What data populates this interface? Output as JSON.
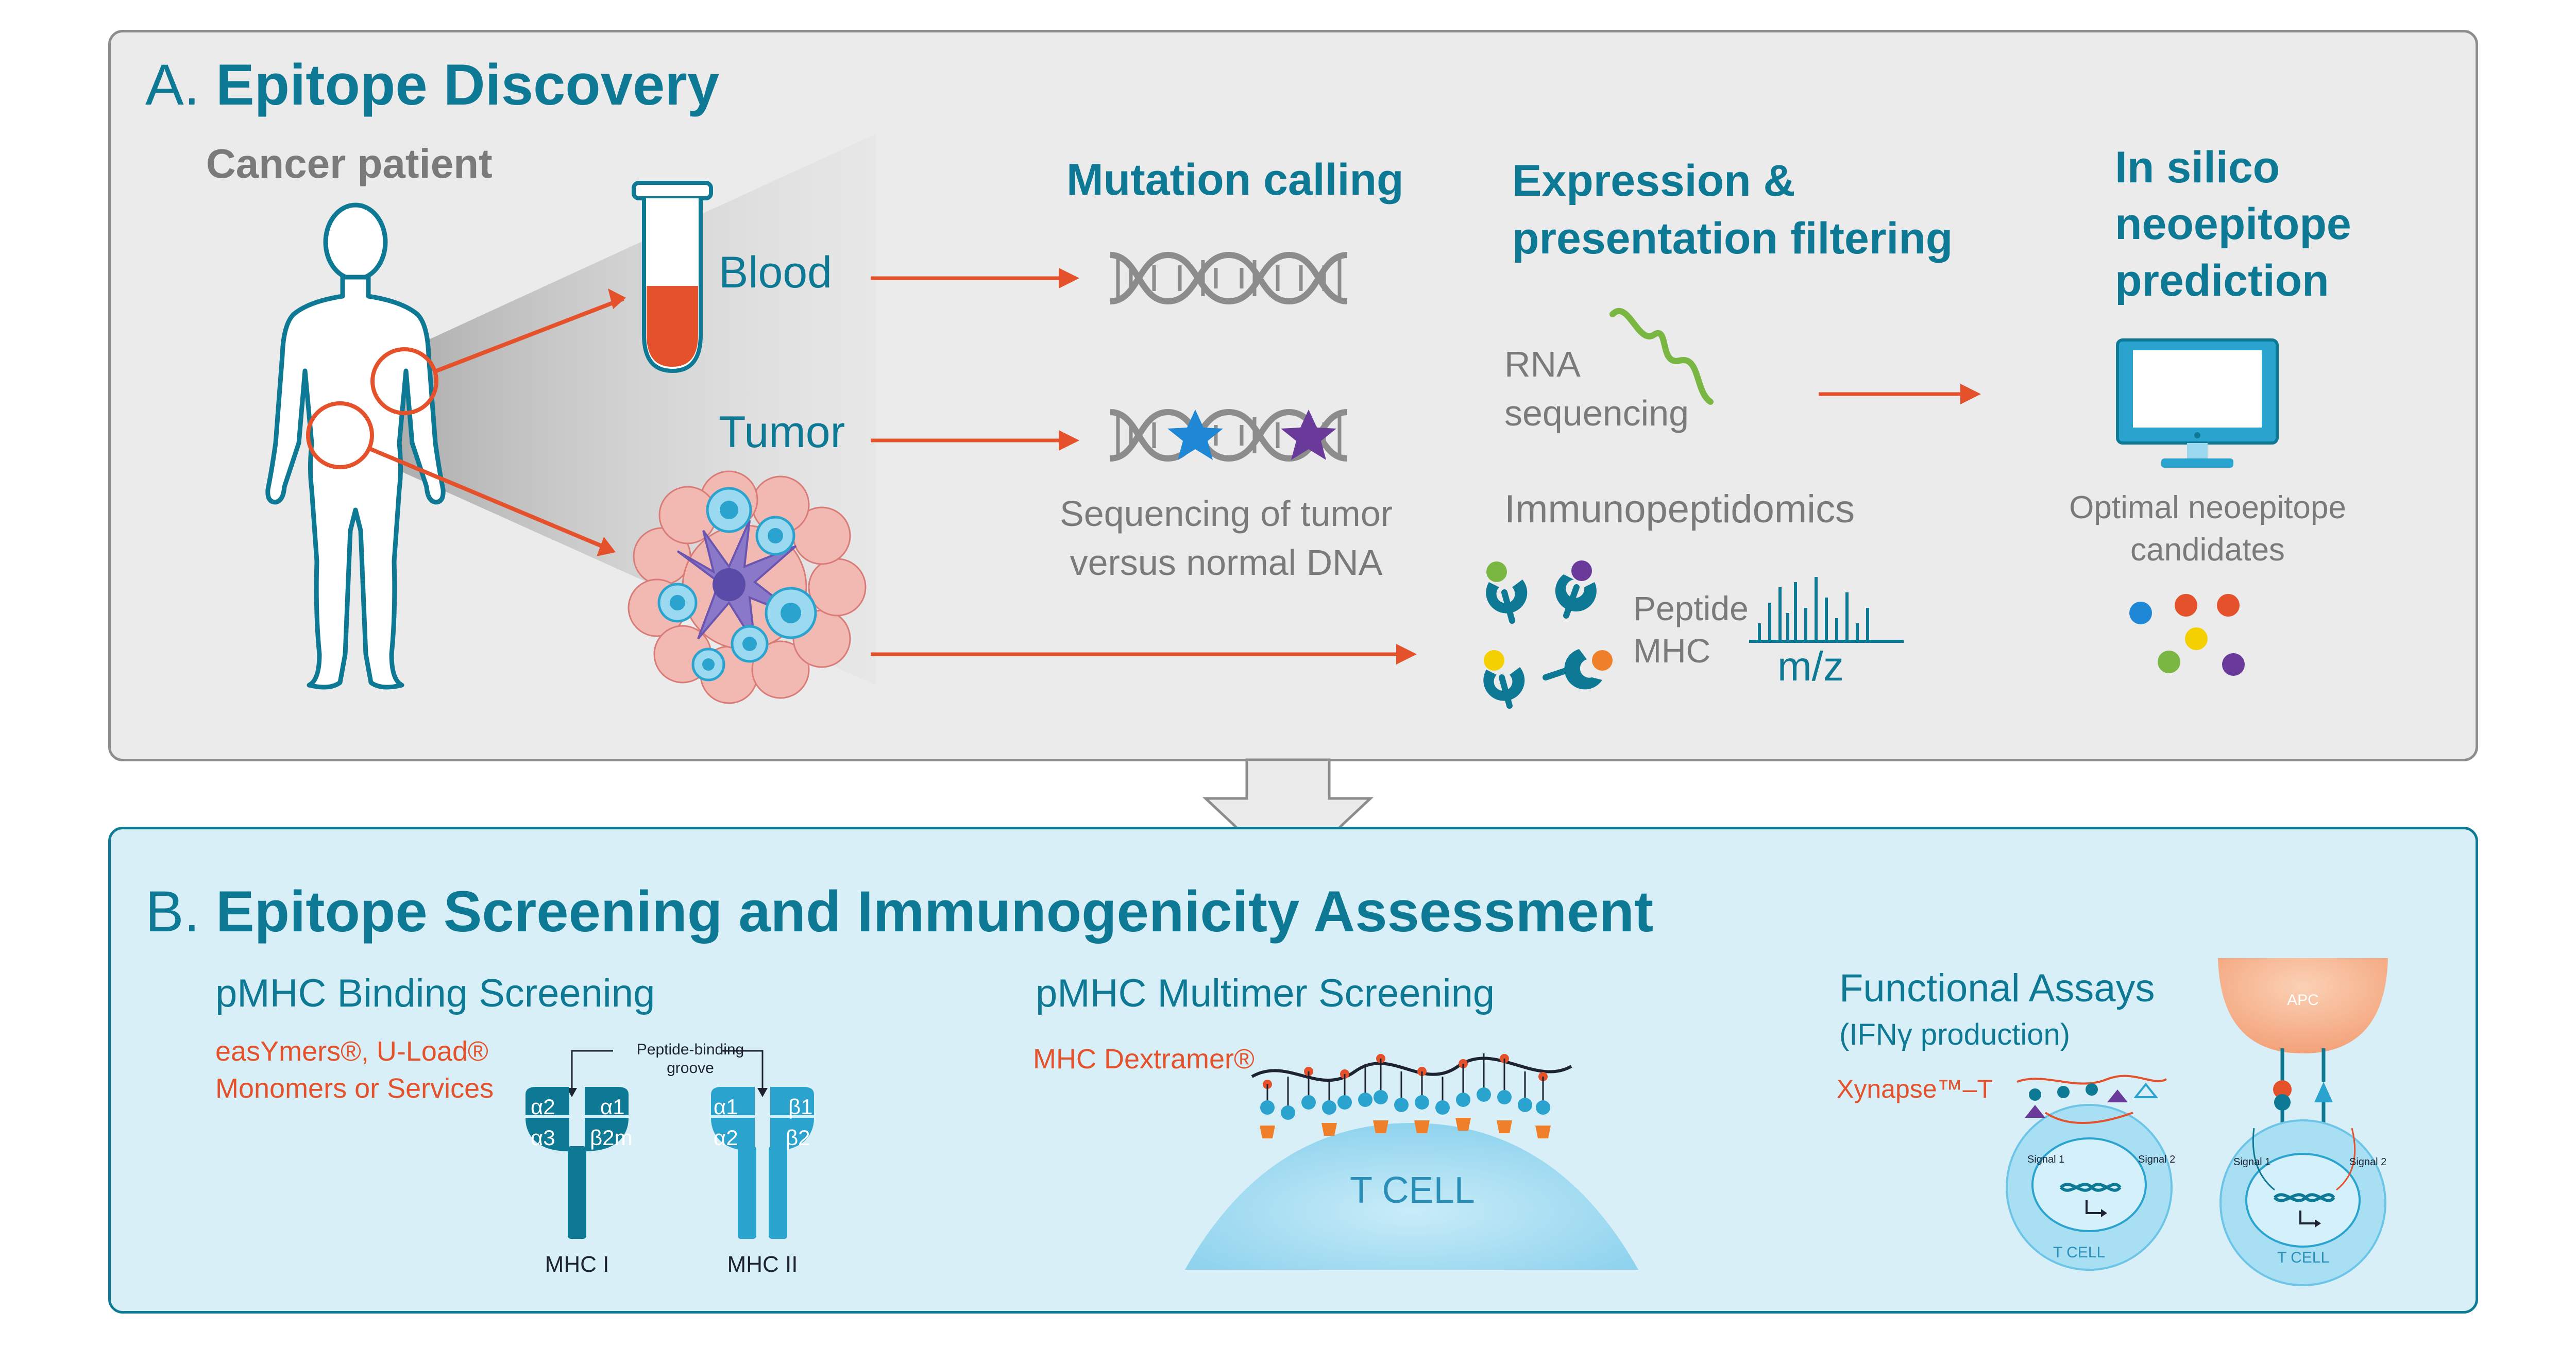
{
  "section_a": {
    "letter": "A.",
    "title": "Epitope Discovery",
    "cancer_patient": "Cancer patient",
    "blood": "Blood",
    "tumor": "Tumor",
    "mutation_calling": "Mutation calling",
    "sequencing_line1": "Sequencing of tumor",
    "sequencing_line2": "versus normal DNA",
    "expression_line1": "Expression &",
    "expression_line2": "presentation filtering",
    "rna_line1": "RNA",
    "rna_line2": "sequencing",
    "immunopeptidomics": "Immunopeptidomics",
    "peptide": "Peptide",
    "mhc": "MHC",
    "mz": "m/z",
    "insilico_line1": "In silico",
    "insilico_line2": "neoepitope",
    "insilico_line3": "prediction",
    "optimal_line1": "Optimal neoepitope",
    "optimal_line2": "candidates"
  },
  "section_b": {
    "letter": "B.",
    "title": "Epitope Screening and Immunogenicity Assessment",
    "binding_title": "pMHC Binding Screening",
    "binding_sub1": "easYmers®, U-Load®",
    "binding_sub2": "Monomers or Services",
    "groove_line1": "Peptide-binding",
    "groove_line2": "groove",
    "mhc1_labels": [
      "α2",
      "α1",
      "α3",
      "β2m"
    ],
    "mhc2_labels": [
      "α1",
      "β1",
      "α2",
      "β2"
    ],
    "mhc1_caption": "MHC I",
    "mhc2_caption": "MHC II",
    "multimer_title": "pMHC Multimer Screening",
    "multimer_sub": "MHC Dextramer®",
    "tcell": "T CELL",
    "functional_title": "Functional Assays",
    "functional_sub": "(IFNγ production)",
    "xynapse": "Xynapse™–T",
    "apc": "APC",
    "signal1": "Signal 1",
    "signal2": "Signal 2",
    "tcell_small": "T CELL"
  },
  "colors": {
    "teal": "#0d7994",
    "orange": "#e4512b",
    "grey_text": "#7a7a7a",
    "panel_a_bg": "#ebebeb",
    "panel_b_bg": "#d9eff7",
    "blue_star": "#1e88d6",
    "purple_star": "#6a3a9a"
  },
  "icons": [
    "human-silhouette-icon",
    "test-tube-icon",
    "tumor-cells-icon",
    "dna-helix-icon",
    "rna-strand-icon",
    "pmhc-complex-icon",
    "mass-spectrum-icon",
    "computer-monitor-icon",
    "candidate-dots-icon",
    "mhc-i-icon",
    "mhc-ii-icon",
    "dextramer-icon",
    "t-cell-icon",
    "apc-icon"
  ]
}
